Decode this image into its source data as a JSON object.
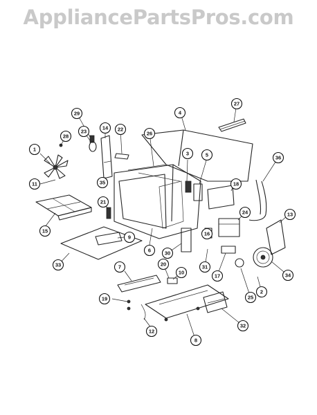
{
  "watermark": "AppliancePartsPros.com",
  "callouts": [
    "1",
    "2",
    "3",
    "4",
    "5",
    "6",
    "7",
    "8",
    "9",
    "10",
    "11",
    "12",
    "13",
    "15",
    "16",
    "17",
    "18",
    "19",
    "20",
    "21",
    "22",
    "23",
    "24",
    "25",
    "26",
    "27",
    "28",
    "29",
    "30",
    "31",
    "32",
    "33",
    "34",
    "35",
    "36",
    "14"
  ]
}
